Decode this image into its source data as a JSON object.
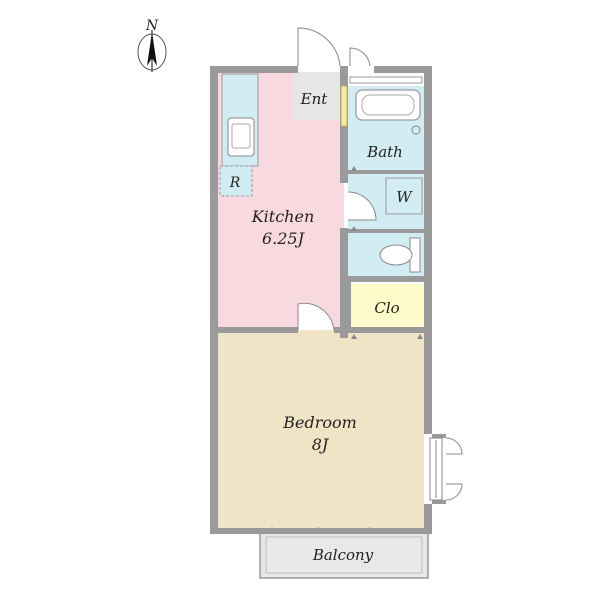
{
  "compass": {
    "north": "N"
  },
  "rooms": {
    "entrance": "Ent",
    "bath": "Bath",
    "washer": "W",
    "fridge": "R",
    "kitchen_name": "Kitchen",
    "kitchen_size": "6.25J",
    "closet": "Clo",
    "bedroom_name": "Bedroom",
    "bedroom_size": "8J",
    "balcony": "Balcony"
  },
  "colors": {
    "kitchen": "#f9d9e0",
    "bedroom": "#f1e4c6",
    "wet_area": "#d2ecf3",
    "closet": "#fdfbc9",
    "entrance": "#e6e6e6",
    "balcony": "#e8e8e8",
    "wall": "#9a9a9a"
  }
}
